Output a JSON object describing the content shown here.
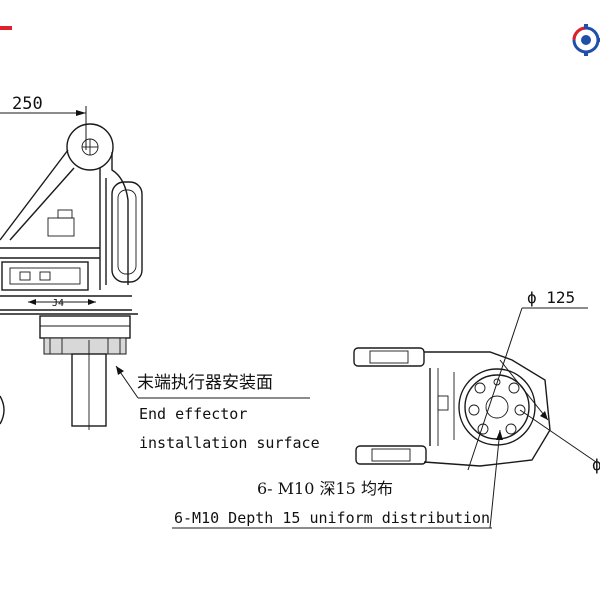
{
  "dimensions": {
    "width_250": "250",
    "diameter_125": "ϕ 125",
    "j4_label": "J4"
  },
  "labels": {
    "end_effector_cn": "末端执行器安装面",
    "end_effector_en_1": "End effector",
    "end_effector_en_2": "installation surface",
    "thread_cn": "6- M10 深15 均布",
    "thread_en": "6-M10 Depth 15 uniform distribution",
    "edge_char": "ϕ"
  },
  "logo": {
    "accent": "#e0202a",
    "brand": "#1f4fa8"
  }
}
